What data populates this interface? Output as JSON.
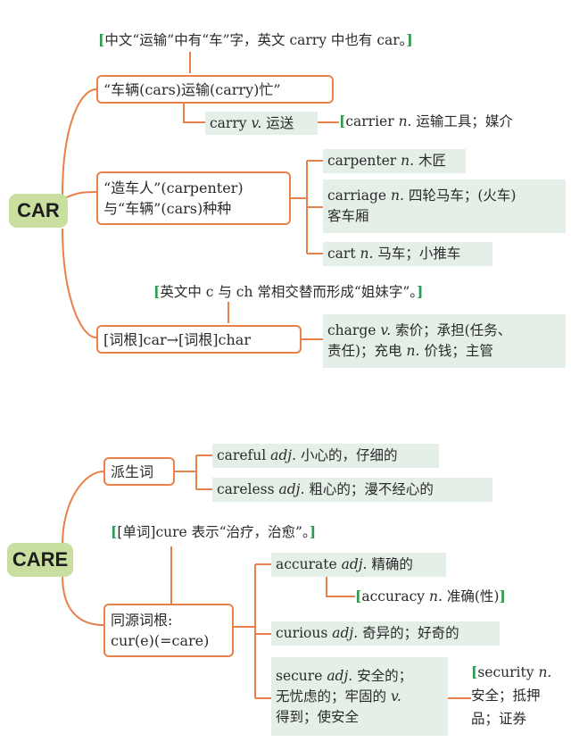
{
  "car": {
    "root": "CAR",
    "note1": "中文“运输”中有“车”字，英文 carry 中也有 car。",
    "b1": "“车辆(cars)运输(carry)忙”",
    "carry_word": "carry",
    "carry_pos": "v.",
    "carry_def": "运送",
    "carrier_word": "carrier",
    "carrier_pos": "n.",
    "carrier_def": "运输工具；媒介",
    "b2_line1": "“造车人”(carpenter)",
    "b2_line2": "与“车辆”(cars)种种",
    "carpenter_word": "carpenter",
    "carpenter_pos": "n.",
    "carpenter_def": "木匠",
    "carriage_word": "carriage",
    "carriage_pos": "n.",
    "carriage_def1": "四轮马车；(火车)",
    "carriage_def2": "客车厢",
    "cart_word": "cart",
    "cart_pos": "n.",
    "cart_def": "马车；小推车",
    "note2": "英文中 c 与 ch 常相交替而形成“姐妹字”。",
    "b3": "[词根]car→[词根]char",
    "charge_word": "charge",
    "charge_pos1": "v.",
    "charge_def1": "索价；承担(任务、",
    "charge_def2a": "责任)；充电",
    "charge_pos2": "n.",
    "charge_def2b": "价钱；主管"
  },
  "care": {
    "root": "CARE",
    "b1": "派生词",
    "careful_word": "careful",
    "careful_pos": "adj.",
    "careful_def": "小心的，仔细的",
    "careless_word": "careless",
    "careless_pos": "adj.",
    "careless_def": "粗心的；漫不经心的",
    "note3": "[单词]cure 表示“治疗，治愈”。",
    "b2_line1": "同源词根:",
    "b2_line2": "cur(e)(=care)",
    "accurate_word": "accurate",
    "accurate_pos": "adj.",
    "accurate_def": "精确的",
    "accuracy_word": "accuracy",
    "accuracy_pos": "n.",
    "accuracy_def": "准确(性)",
    "curious_word": "curious",
    "curious_pos": "adj.",
    "curious_def": "奇异的；好奇的",
    "secure_word": "secure",
    "secure_pos1": "adj.",
    "secure_def1": "安全的；",
    "secure_def2": "无忧虑的；牢固的",
    "secure_pos2": "v.",
    "secure_def3": "得到；使安全",
    "security_word": "security",
    "security_pos": "n.",
    "security_def1": "安全；抵押",
    "security_def2": "品；证券"
  },
  "colors": {
    "branch": "#e8804a",
    "root_fill": "#c9dfa0",
    "leaf_fill": "#e4efe8",
    "bracket": "#2e9a53"
  }
}
